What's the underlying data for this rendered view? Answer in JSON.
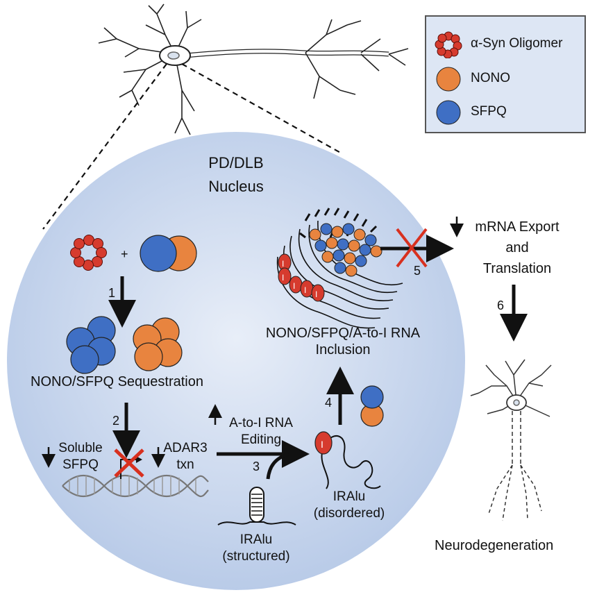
{
  "legend": {
    "oligomer": "α-Syn Oligomer",
    "nono": "NONO",
    "sfpq": "SFPQ"
  },
  "colors": {
    "nono": "#e8843f",
    "sfpq": "#3f6fc4",
    "oligomer": "#d63b2e",
    "nucleus": "#c9d7ee",
    "inhibit": "#d8301f"
  },
  "nucleus": {
    "title_line1": "PD/DLB",
    "title_line2": "Nucleus"
  },
  "steps": {
    "plus": "+",
    "s1": "1",
    "s2": "2",
    "s3": "3",
    "s4": "4",
    "s5": "5",
    "s6": "6"
  },
  "labels": {
    "sequestration": "NONO/SFPQ Sequestration",
    "soluble_line1": "Soluble",
    "soluble_line2": "SFPQ",
    "adar_line1": "ADAR3",
    "adar_line2": "txn",
    "editing_line1": "A-to-I RNA",
    "editing_line2": "Editing",
    "inclusion_line1": "NONO/SFPQ/A-to-I RNA",
    "inclusion_line2": "Inclusion",
    "iralu_structured_1": "IRAlu",
    "iralu_structured_2": "(structured)",
    "iralu_disordered_1": "IRAlu",
    "iralu_disordered_2": "(disordered)",
    "mrna_line1": "mRNA Export",
    "mrna_line2": "and",
    "mrna_line3": "Translation",
    "neurodegeneration": "Neurodegeneration",
    "inosine": "I"
  },
  "icons": [
    "neuron-healthy-icon",
    "neuron-degenerating-icon",
    "dna-helix-icon",
    "oligomer-icon",
    "inhibition-cross-icon"
  ]
}
